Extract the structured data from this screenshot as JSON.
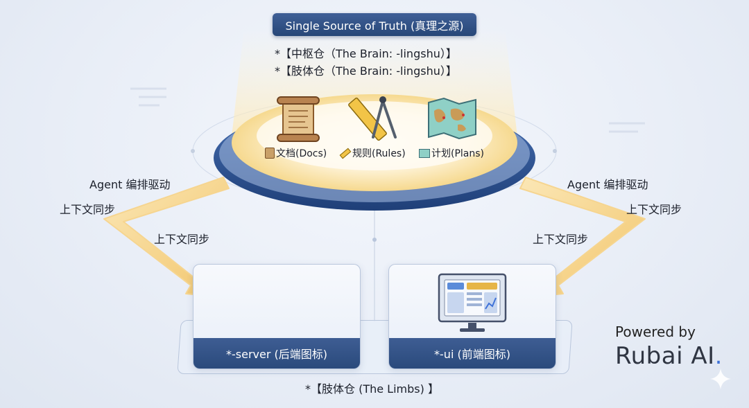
{
  "hub": {
    "title": "Single Source of Truth (真理之源)",
    "line1": "*【中枢仓（The Brain: -lingshu）】",
    "line2": "*【肢体仓（The Brain: -lingshu）】",
    "items": [
      {
        "icon": "scroll-icon",
        "label": "文档(Docs)"
      },
      {
        "icon": "ruler-icon",
        "label": "规则(Rules)"
      },
      {
        "icon": "map-icon",
        "label": "计划(Plans)"
      }
    ]
  },
  "flows": {
    "left_top": "Agent 编排驱动",
    "left_mid": "上下文同步",
    "left_low": "上下文同步",
    "right_top": "Agent 编排驱动",
    "right_mid": "上下文同步",
    "right_low": "上下文同步"
  },
  "limbs": {
    "server_label": "*-server (后端图标)",
    "ui_label": "*-ui (前端图标)",
    "base_label": "*【肢体仓 (The Limbs) 】"
  },
  "brand": {
    "powered_by": "Powered by",
    "name": "Rubai AI",
    "dot": ".",
    "accent_color": "#3f72d8"
  },
  "colors": {
    "badge": "#2f4f84",
    "platform": "#2c4f8e",
    "glow": "#fbe4a6"
  }
}
